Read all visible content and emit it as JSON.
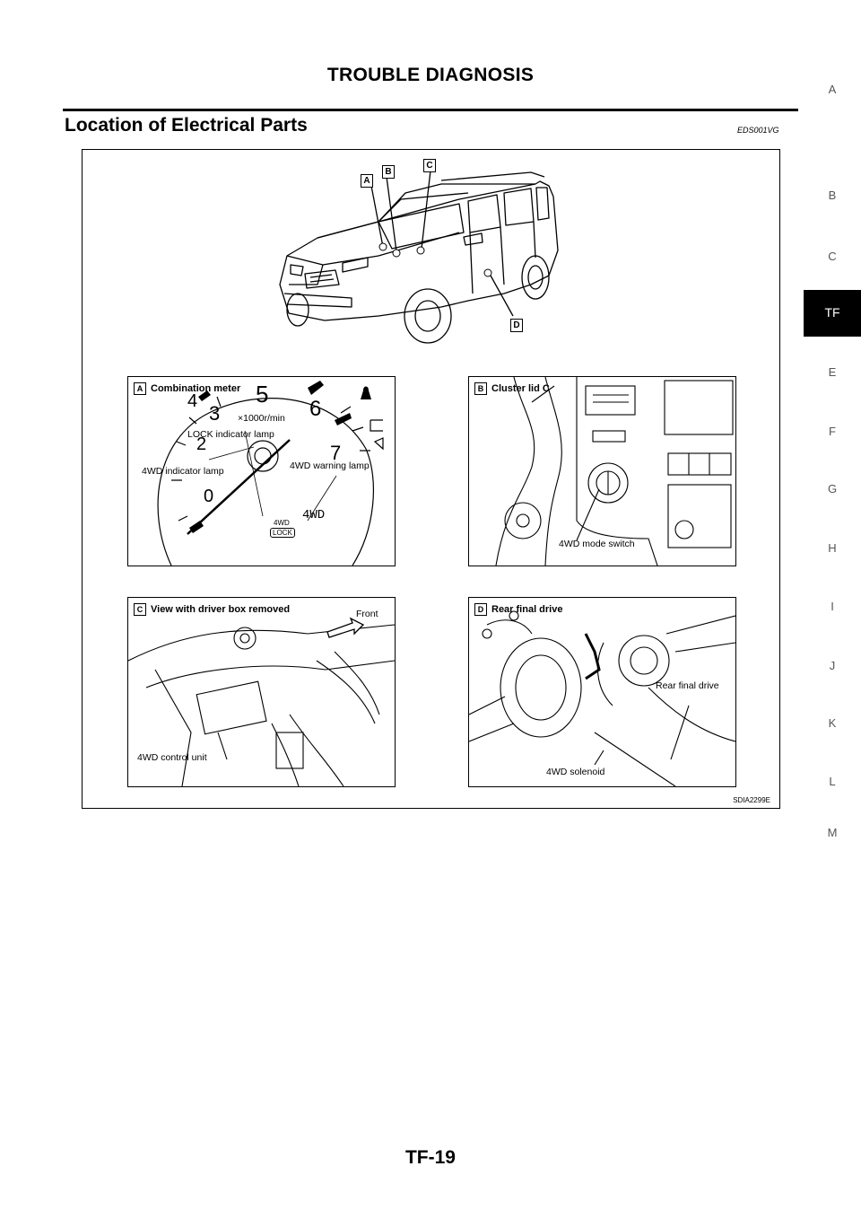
{
  "header": {
    "title": "TROUBLE DIAGNOSIS"
  },
  "section": {
    "title": "Location of Electrical Parts",
    "code": "EDS001VG"
  },
  "side_index": {
    "letters": [
      "A",
      "B",
      "C",
      "TF",
      "E",
      "F",
      "G",
      "H",
      "I",
      "J",
      "K",
      "L",
      "M"
    ],
    "active": "TF"
  },
  "figure": {
    "code": "SDIA2299E",
    "vehicle_callouts": [
      "A",
      "B",
      "C",
      "D"
    ],
    "panel_a": {
      "letter": "A",
      "title": "Combination meter",
      "scale_label": "×1000r/min",
      "labels": {
        "lock_lamp": "LOCK indicator lamp",
        "fwd_lamp": "4WD indicator lamp",
        "warn_lamp": "4WD warning lamp"
      },
      "gauge_numbers": [
        "0",
        "2",
        "3",
        "4",
        "5",
        "6",
        "7"
      ],
      "dial_text": "4WD",
      "badge_top": "4WD",
      "badge_bottom": "LOCK"
    },
    "panel_b": {
      "letter": "B",
      "title": "Cluster lid C",
      "labels": {
        "switch": "4WD mode switch"
      }
    },
    "panel_c": {
      "letter": "C",
      "title": "View with driver box removed",
      "labels": {
        "front": "Front",
        "unit": "4WD control unit"
      }
    },
    "panel_d": {
      "letter": "D",
      "title": "Rear final drive",
      "labels": {
        "drive": "Rear final drive",
        "solenoid": "4WD solenoid"
      }
    }
  },
  "footer": {
    "page": "TF-19"
  }
}
